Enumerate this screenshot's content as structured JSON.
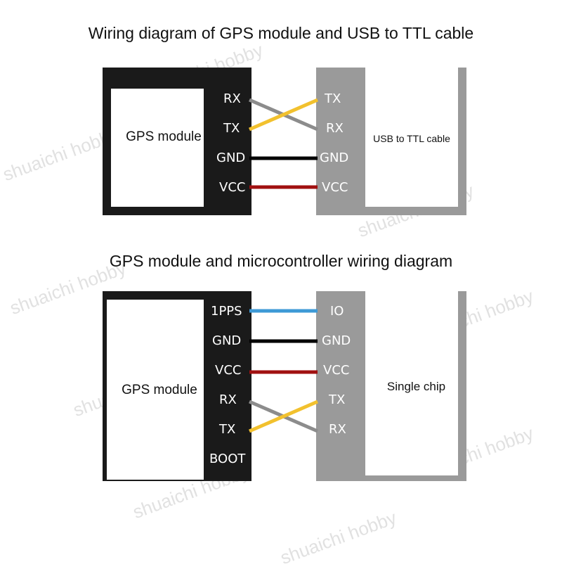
{
  "diagram1": {
    "title": "Wiring diagram of GPS module and USB to TTL cable",
    "left_label": "GPS module",
    "right_label": "USB to TTL cable",
    "left_pins": [
      "RX",
      "TX",
      "GND",
      "VCC"
    ],
    "right_pins": [
      "TX",
      "RX",
      "GND",
      "VCC"
    ]
  },
  "diagram2": {
    "title": "GPS module and microcontroller wiring diagram",
    "left_label": "GPS module",
    "right_label": "Single chip",
    "left_pins": [
      "1PPS",
      "GND",
      "VCC",
      "RX",
      "TX",
      "BOOT"
    ],
    "right_pins": [
      "IO",
      "GND",
      "VCC",
      "TX",
      "RX"
    ]
  },
  "watermark": "shuaichi hobby",
  "colors": {
    "gps_block": "#1a1a1a",
    "other_block": "#9a9a9a",
    "wire_rx_tx_gray": "#8c8c8c",
    "wire_tx_rx_yellow": "#f2c12e",
    "wire_gnd": "#000000",
    "wire_vcc": "#a01010",
    "wire_1pps": "#3e9ad6"
  }
}
